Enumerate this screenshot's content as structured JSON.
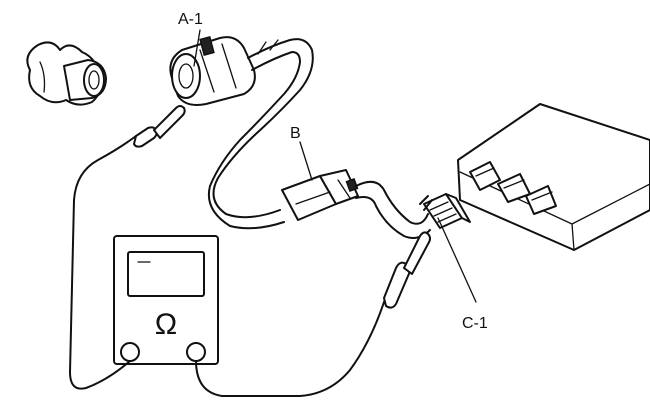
{
  "labels": {
    "a1": "A-1",
    "b": "B",
    "c1": "C-1"
  },
  "icons": {
    "meter_symbol": "Ω"
  }
}
